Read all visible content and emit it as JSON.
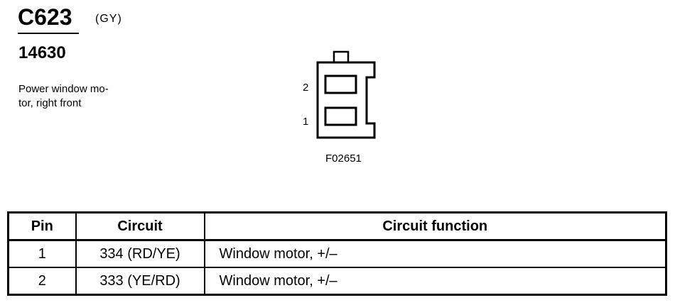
{
  "connector": {
    "id": "C623",
    "color_code": "(GY)",
    "part_number": "14630",
    "description_line1": "Power window mo-",
    "description_line2": "tor, right front"
  },
  "figure": {
    "pin_labels": [
      "2",
      "1"
    ],
    "figure_code": "F02651"
  },
  "table": {
    "headers": [
      "Pin",
      "Circuit",
      "Circuit function"
    ],
    "rows": [
      {
        "pin": "1",
        "circuit": "334 (RD/YE)",
        "function": "Window motor, +/–"
      },
      {
        "pin": "2",
        "circuit": "333 (YE/RD)",
        "function": "Window motor, +/–"
      }
    ]
  }
}
